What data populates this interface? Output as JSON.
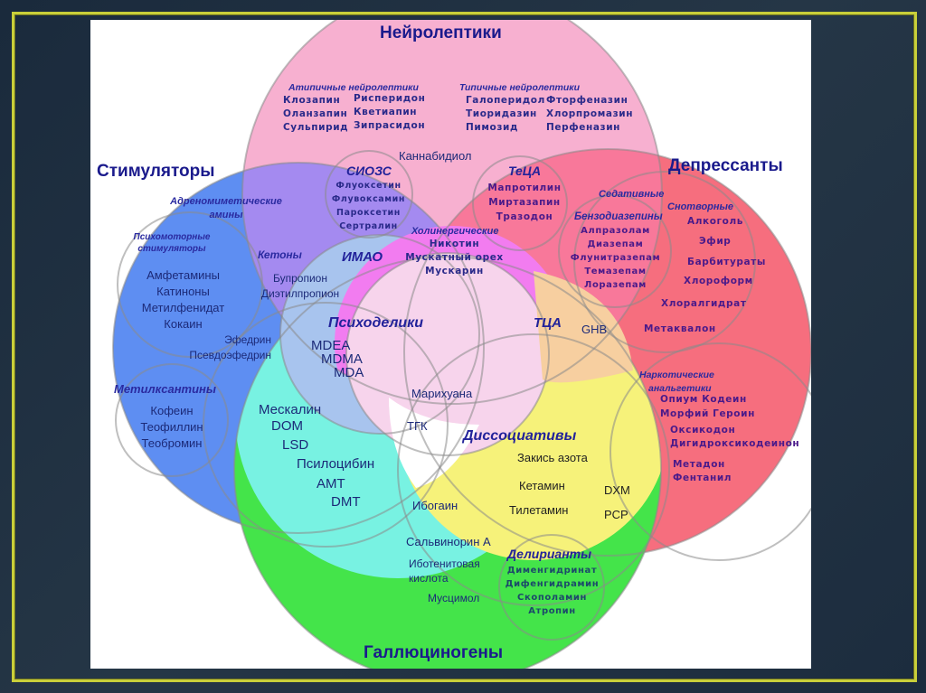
{
  "title": "Классификация психоактивных веществ",
  "colors": {
    "neuroleptics": "#f7b0d0",
    "stimulants": "#5e8ef2",
    "depressants": "#f66e7e",
    "hallucinogens": "#44e44a",
    "psychedelics": "#76f4e4",
    "dissociatives": "#f6f27a",
    "frame_border": "#c9cf3a",
    "background": "#1f2f40"
  },
  "categories": {
    "neuroleptics": {
      "title": "Нейролептики",
      "atypical": {
        "title": "Атипичные нейролептики",
        "items": [
          "Клозапин",
          "Оланзапин",
          "Сульпирид",
          "Рисперидон",
          "Кветиапин",
          "Зипрасидон"
        ]
      },
      "typical": {
        "title": "Типичные нейролептики",
        "items": [
          "Галоперидол",
          "Тиоридазин",
          "Пимозид",
          "Фторфеназин",
          "Хлорпромазин",
          "Перфеназин"
        ]
      },
      "cannabidiol": "Каннабидиол"
    },
    "stimulants": {
      "title": "Стимуляторы",
      "adrenomimetic": {
        "title_line1": "Адреномиметические",
        "title_line2": "амины"
      },
      "psychomotor": {
        "title_line1": "Психомоторные",
        "title_line2": "стимуляторы",
        "items": [
          "Амфетамины",
          "Катиноны",
          "Метилфенидат",
          "Кокаин"
        ]
      },
      "ephedrine": [
        "Эфедрин",
        "Псевдоэфедрин"
      ],
      "ketones": {
        "title": "Кетоны",
        "items": [
          "Бупропион",
          "Диэтилпропион"
        ]
      },
      "methylxanthines": {
        "title": "Метилксантины",
        "items": [
          "Кофеин",
          "Теофиллин",
          "Теобромин"
        ]
      }
    },
    "antidepressants": {
      "ssri": {
        "title": "СИОЗС",
        "items": [
          "Флуоксетин",
          "Флувоксамин",
          "Пароксетин",
          "Сертралин"
        ]
      },
      "maoi": "ИМАО",
      "teca": {
        "title": "ТеЦА",
        "items": [
          "Мапротилин",
          "Миртазапин",
          "Тразодон"
        ]
      },
      "tca": "ТЦА"
    },
    "cholinergic": {
      "title": "Холинергические",
      "items": [
        "Никотин",
        "Мускатный орех",
        "Мускарин"
      ]
    },
    "depressants": {
      "title": "Депрессанты",
      "sedatives": "Седативные",
      "hypnotics": {
        "title": "Снотворные",
        "items": [
          "Алкоголь",
          "Эфир",
          "Барбитураты",
          "Хлороформ"
        ]
      },
      "benzodiazepines": {
        "title": "Бензодиазепины",
        "items": [
          "Алпразолам",
          "Диазепам",
          "Флунитразепам",
          "Темазепам",
          "Лоразепам"
        ]
      },
      "chloral": "Хлоралгидрат",
      "ghb": "GHB",
      "methaqualone": "Метаквалон",
      "opioids": {
        "title_line1": "Наркотические",
        "title_line2": "анальгетики",
        "rows": [
          "Опиум  Кодеин",
          "Морфий  Героин",
          "Оксикодон",
          "Дигидроксикодеинон",
          "Метадон",
          "Фентанил"
        ]
      }
    },
    "psychedelics": {
      "title": "Психоделики",
      "entactogens": [
        "MDEA",
        "MDMA",
        "MDA"
      ],
      "items": [
        "Мескалин",
        "DOM",
        "LSD",
        "Псилоцибин",
        "AMT",
        "DMT"
      ],
      "marijuana": "Марихуана",
      "thc": "ТГК"
    },
    "dissociatives": {
      "title": "Диссоциативы",
      "items": [
        "Закись азота",
        "Кетамин",
        "Тилетамин",
        "DXM",
        "PCP"
      ],
      "ibogaine": "Ибогаин"
    },
    "hallucinogens": {
      "title": "Галлюциногены",
      "salvinorin": "Сальвинорин А",
      "ibotenic_line1": "Иботенитовая",
      "ibotenic_line2": "кислота",
      "muscimol": "Мусцимол",
      "deliriants": {
        "title": "Делирианты",
        "items": [
          "Дименгидринат",
          "Дифенгидрамин",
          "Скополамин",
          "Атропин"
        ]
      }
    }
  }
}
